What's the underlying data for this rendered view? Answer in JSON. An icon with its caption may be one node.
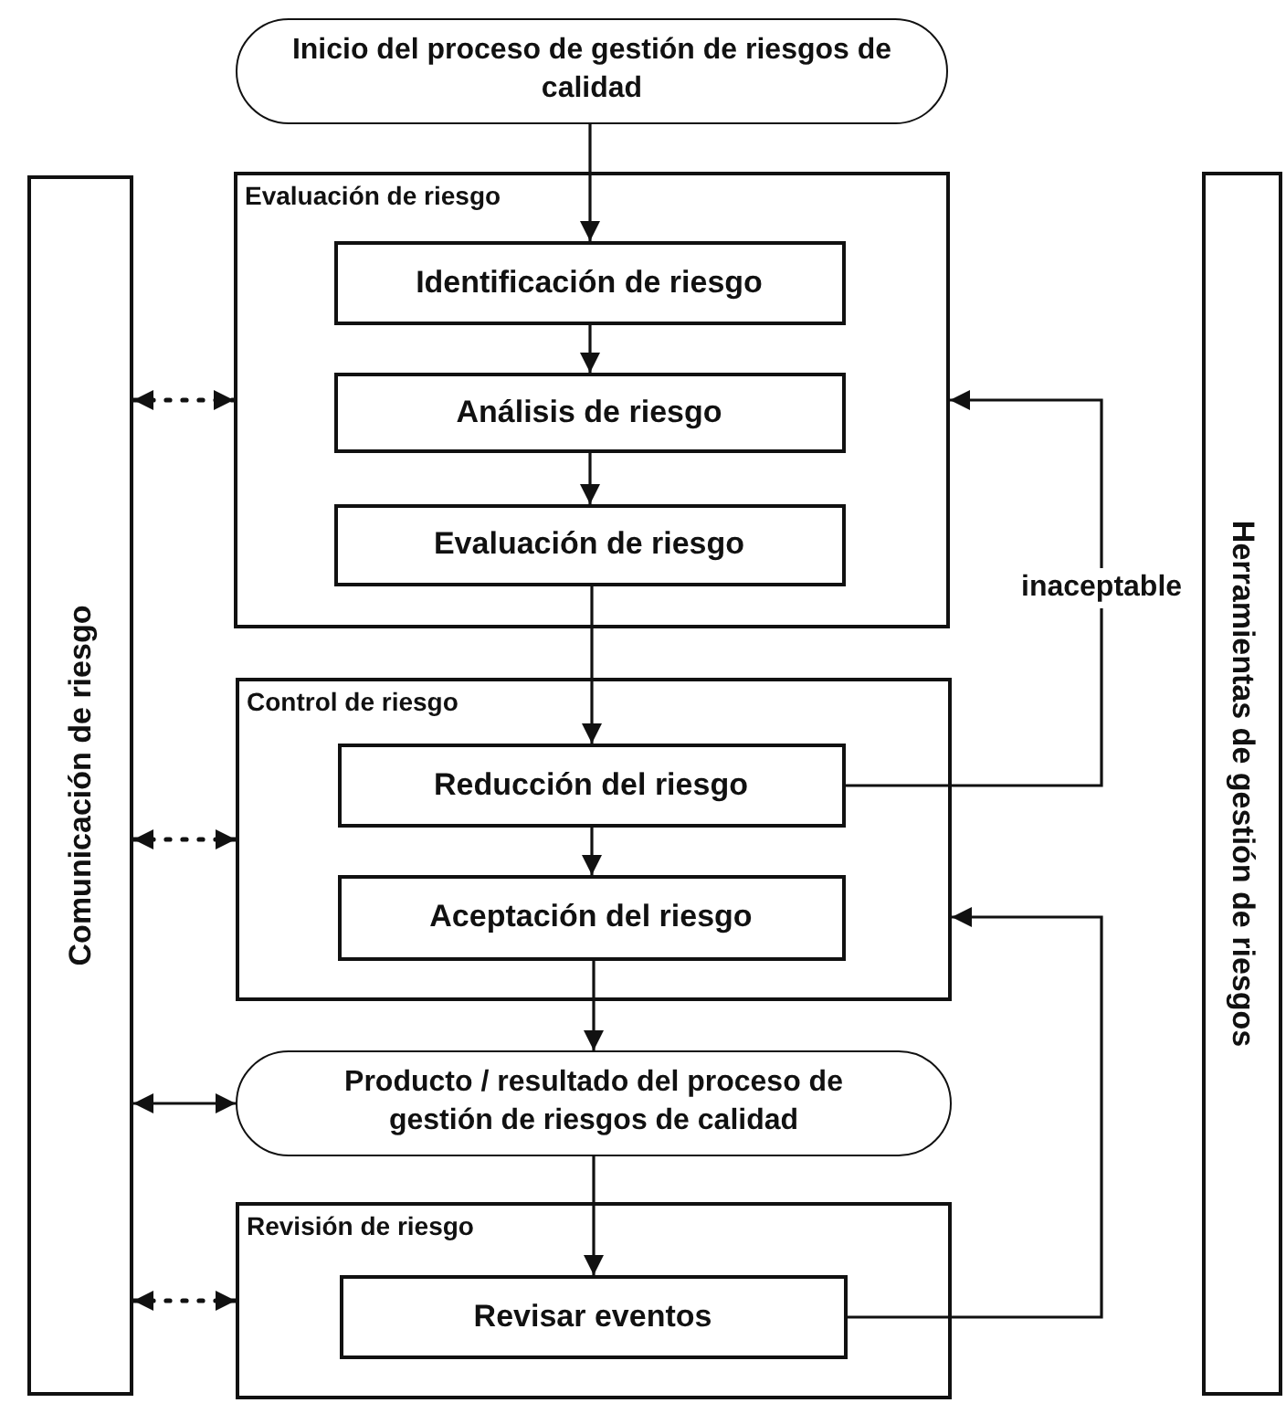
{
  "diagram": {
    "nodes": [
      {
        "text": [
          "Inicio del proceso de gestión de riesgos de calidad"
        ]
      },
      {
        "text": [
          "Comunicación de riesgo"
        ]
      },
      {
        "text": [
          "Evaluación de riesgo"
        ]
      },
      {
        "text": [
          "Identificación de riesgo"
        ],
        "in": 2
      },
      {
        "text": [
          "Análisis de riesgo"
        ],
        "in": 2
      },
      {
        "text": [
          "Evaluación de riesgo"
        ],
        "in": 2
      },
      {
        "text": [
          "Control de riesgo"
        ]
      },
      {
        "text": [
          "Reducción del riesgo"
        ],
        "in": 6
      },
      {
        "text": [
          "Aceptación del riesgo"
        ],
        "in": 6
      },
      {
        "text": [
          "Producto / resultado del proceso de gestión de riesgos de calidad"
        ]
      },
      {
        "text": [
          "Revisión de riesgo"
        ]
      },
      {
        "text": [
          "Revisar eventos"
        ],
        "in": 10
      },
      {
        "text": [
          "Herramientas de gestión de riesgos"
        ]
      }
    ],
    "edges": [
      {
        "from": 0,
        "to": 3,
        "arrow": "to"
      },
      {
        "from": 3,
        "to": 4,
        "arrow": "to"
      },
      {
        "from": 4,
        "to": 5,
        "arrow": "to"
      },
      {
        "from": 5,
        "to": 7,
        "arrow": "to"
      },
      {
        "from": 7,
        "to": 8,
        "arrow": "to"
      },
      {
        "from": 8,
        "to": 9,
        "arrow": "to"
      },
      {
        "from": 9,
        "to": 11,
        "arrow": "to"
      },
      {
        "from": 7,
        "to": 2,
        "arrow": "to",
        "label": "inaceptable"
      },
      {
        "from": 11,
        "to": 6,
        "arrow": "to"
      },
      {
        "from": 1,
        "to": 2,
        "arrow": "both",
        "style": "dashed"
      },
      {
        "from": 1,
        "to": 6,
        "arrow": "both",
        "style": "dashed"
      },
      {
        "from": 1,
        "to": 9,
        "arrow": "both"
      },
      {
        "from": 1,
        "to": 10,
        "arrow": "both",
        "style": "dashed"
      }
    ]
  }
}
